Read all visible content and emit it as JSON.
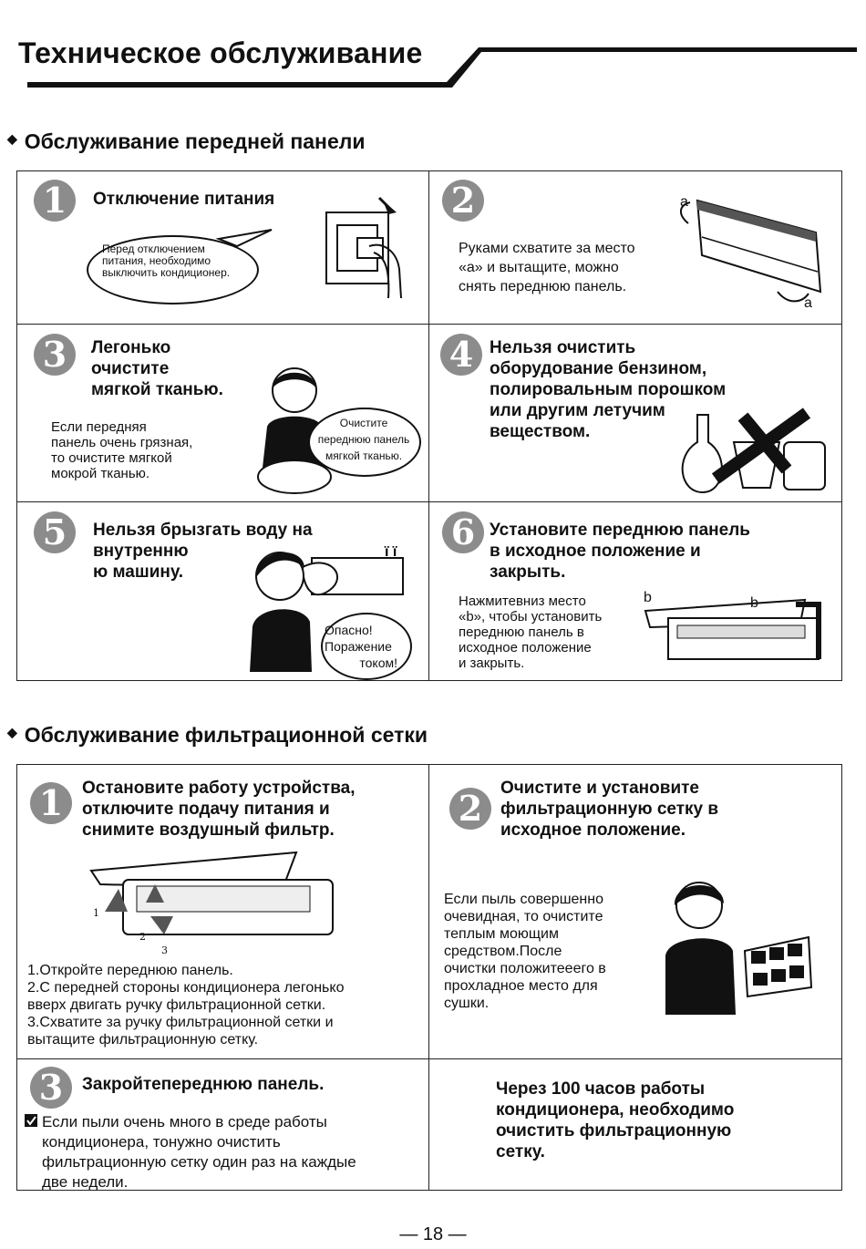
{
  "page": {
    "title": "Техническое обслуживание",
    "page_number": "— 18 —"
  },
  "section1": {
    "title": "Обслуживание передней панели",
    "step1": {
      "num": "1",
      "heading": "Отключение питания",
      "bubble": [
        "Перед отключением",
        "питания, необходимо",
        "выключить кондиционер."
      ]
    },
    "step2": {
      "num": "2",
      "text": [
        "Руками схватите за место",
        "«a» и вытащите, можно",
        "снять переднюю панель."
      ],
      "label_a": "a"
    },
    "step3": {
      "num": "3",
      "heading": [
        "Легонько",
        "очистите",
        "мягкой тканью."
      ],
      "text": [
        "Если передняя",
        "панель очень грязная,",
        "то очистите мягкой",
        "мокрой тканью."
      ],
      "bubble": [
        "Очистите",
        "переднюю панель",
        "мягкой тканью."
      ]
    },
    "step4": {
      "num": "4",
      "heading": [
        "Нельзя очистить",
        "оборудование бензином,",
        "полировальным порошком",
        "или другим летучим",
        "веществом."
      ]
    },
    "step5": {
      "num": "5",
      "heading": [
        "Нельзя брызгать воду на",
        "внутренню",
        "ю машину."
      ],
      "bubble": [
        "Опасно!",
        "Поражение",
        "током!"
      ]
    },
    "step6": {
      "num": "6",
      "heading": [
        "Установите переднюю панель",
        "в исходное положение и",
        "закрыть."
      ],
      "text": [
        "Нажмитевниз место",
        "«b», чтобы установить",
        "переднюю панель в",
        "исходное положение",
        "и закрыть."
      ],
      "label_b": "b"
    }
  },
  "section2": {
    "title": "Обслуживание фильтрационной сетки",
    "step1": {
      "num": "1",
      "heading": [
        "Остановите работу устройства,",
        "отключите подачу питания и",
        "снимите воздушный фильтр."
      ],
      "labels": [
        "1",
        "2",
        "3"
      ],
      "list": [
        "1.Откройте переднюю панель.",
        "2.С передней стороны кондиционера легонько",
        "вверх двигать ручку фильтрационной сетки.",
        "3.Схватите за ручку фильтрационной сетки и",
        "вытащите фильтрационную сетку."
      ]
    },
    "step2": {
      "num": "2",
      "heading": [
        "Очистите и установите",
        "фильтрационную сетку в",
        "исходное положение."
      ],
      "text": [
        "Если пыль совершенно",
        "очевидная, то очистите",
        "теплым  моющим",
        "средством.После",
        "очистки положитееего в",
        "прохладное место для",
        "сушки."
      ]
    },
    "step3": {
      "num": "3",
      "heading": "Закройтепереднюю панель.",
      "note": [
        "Если пыли очень много в среде работы",
        "кондиционера, тонужно очистить",
        "фильтрационную сетку один раз на каждые",
        "две недели."
      ]
    },
    "note": {
      "text": [
        "Через 100 часов работы",
        "кондиционера, необходимо",
        "очистить фильтрационную",
        "сетку."
      ]
    }
  }
}
